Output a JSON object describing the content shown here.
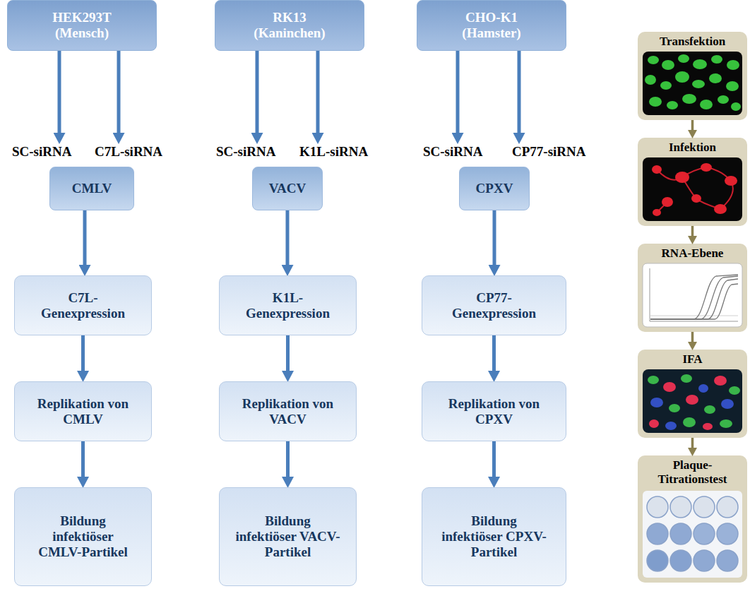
{
  "diagram": {
    "nodes": [
      {
        "text": [
          "HEK293T (Mensch)"
        ]
      },
      {
        "text": [
          "RK13 (Kaninchen)"
        ]
      },
      {
        "text": [
          "CHO-K1 (Hamster)"
        ]
      },
      {
        "text": [
          "SC-siRNA"
        ]
      },
      {
        "text": [
          "C7L-siRNA"
        ]
      },
      {
        "text": [
          "SC-siRNA"
        ]
      },
      {
        "text": [
          "K1L-siRNA"
        ]
      },
      {
        "text": [
          "SC-siRNA"
        ]
      },
      {
        "text": [
          "CP77-siRNA"
        ]
      },
      {
        "text": [
          "CMLV"
        ]
      },
      {
        "text": [
          "VACV"
        ]
      },
      {
        "text": [
          "CPXV"
        ]
      },
      {
        "text": [
          "C7L- Genexpression"
        ]
      },
      {
        "text": [
          "K1L- Genexpression"
        ]
      },
      {
        "text": [
          "CP77- Genexpression"
        ]
      },
      {
        "text": [
          "Replikation von CMLV"
        ]
      },
      {
        "text": [
          "Replikation von VACV"
        ]
      },
      {
        "text": [
          "Replikation von CPXV"
        ]
      },
      {
        "text": [
          "Bildung infektiöser CMLV-Partikel"
        ]
      },
      {
        "text": [
          "Bildung infektiöser VACV-Partikel"
        ]
      },
      {
        "text": [
          "Bildung infektiöser CPXV-Partikel"
        ]
      },
      {
        "text": [
          "Transfektion"
        ]
      },
      {
        "text": [
          "Infektion"
        ]
      },
      {
        "text": [
          "RNA-Ebene"
        ]
      },
      {
        "text": [
          "IFA"
        ]
      },
      {
        "text": [
          "Plaque- Titrationstest"
        ]
      }
    ],
    "edges": [
      {
        "from": 0,
        "to": 3,
        "arrow": "to"
      },
      {
        "from": 0,
        "to": 4,
        "arrow": "to"
      },
      {
        "from": 1,
        "to": 5,
        "arrow": "to"
      },
      {
        "from": 1,
        "to": 6,
        "arrow": "to"
      },
      {
        "from": 2,
        "to": 7,
        "arrow": "to"
      },
      {
        "from": 2,
        "to": 8,
        "arrow": "to"
      },
      {
        "from": 9,
        "to": 12,
        "arrow": "to"
      },
      {
        "from": 12,
        "to": 15,
        "arrow": "to"
      },
      {
        "from": 15,
        "to": 18,
        "arrow": "to"
      },
      {
        "from": 10,
        "to": 13,
        "arrow": "to"
      },
      {
        "from": 13,
        "to": 16,
        "arrow": "to"
      },
      {
        "from": 16,
        "to": 19,
        "arrow": "to"
      },
      {
        "from": 11,
        "to": 14,
        "arrow": "to"
      },
      {
        "from": 14,
        "to": 17,
        "arrow": "to"
      },
      {
        "from": 17,
        "to": 20,
        "arrow": "to"
      },
      {
        "from": 21,
        "to": 22,
        "arrow": "to"
      },
      {
        "from": 22,
        "to": 23,
        "arrow": "to"
      },
      {
        "from": 23,
        "to": 24,
        "arrow": "to"
      },
      {
        "from": 24,
        "to": 25,
        "arrow": "to"
      }
    ]
  }
}
